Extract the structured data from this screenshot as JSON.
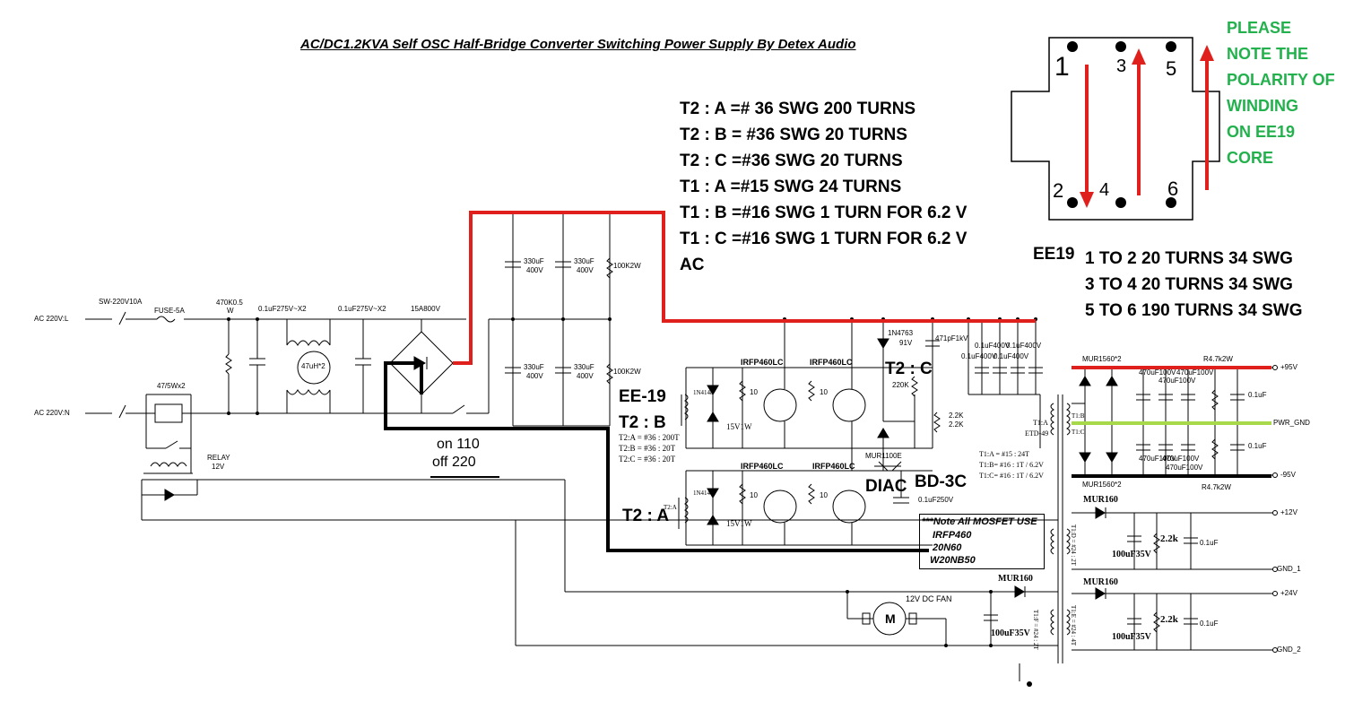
{
  "title": "AC/DC1.2KVA Self OSC Half-Bridge Converter Switching Power Supply By Detex Audio",
  "winding_specs": [
    "T2 : A =# 36 SWG 200 TURNS",
    "T2 : B = #36 SWG 20 TURNS",
    "T2 : C =#36 SWG 20 TURNS",
    "T1 : A =#15 SWG 24 TURNS",
    "T1 : B =#16 SWG 1 TURN FOR 6.2 V",
    "T1 : C =#16 SWG 1 TURN FOR 6.2 V",
    "AC"
  ],
  "ee19_core": {
    "pins": [
      "1",
      "2",
      "3",
      "4",
      "5",
      "6"
    ],
    "note": [
      "PLEASE",
      "NOTE THE",
      "POLARITY OF",
      "WINDING",
      "ON EE19",
      "CORE"
    ],
    "label": "EE19",
    "windings": [
      "1 TO 2 20 TURNS 34 SWG",
      "3 TO 4 20 TURNS 34 SWG",
      "5 TO 6 190 TURNS 34 SWG"
    ],
    "arrow_color": "#e0201c",
    "note_color": "#22b14c"
  },
  "input": {
    "ac_l": "AC 220V:L",
    "ac_n": "AC 220V:N",
    "switch": "SW-220V10A",
    "fuse": "FUSE-5A",
    "ntc": "47/5Wx2",
    "bleeder_1": "470K0.5",
    "bleeder_2": "W",
    "xcap_1": "0.1uF275V~X2",
    "xcap_2": "0.1uF275V~X2",
    "choke": "47uH*2",
    "bridge": "15A800V",
    "relay_1": "RELAY",
    "relay_2": "12V",
    "select_on": "on 110",
    "select_off": "off 220"
  },
  "bulk": {
    "cap_value": "330uF",
    "cap_voltage": "400V",
    "resistor": "100K2W"
  },
  "switching": {
    "ee19": "EE-19",
    "t2b": "T2 : B",
    "t2a": "T2 : A",
    "t2c": "T2 : C",
    "diac": "DIAC",
    "bd3c": "BD-3C",
    "t2_notes": [
      "T2:A = #36 : 200T",
      "T2:B = #36 : 20T",
      "T2:C = #36 : 20T"
    ],
    "t2_pin": "T2:A",
    "mosfet": "IRFP460LC",
    "gate_r": "10",
    "zener": "15V1W",
    "diode": "1N4148",
    "z_1n4763": "1N4763",
    "z_91v": "91V",
    "snubber_cap": "471pF1kV",
    "r220k": "220K",
    "r2k2": "2.2K",
    "mur1100": "MUR1100E",
    "diac_cap": "0.1uF250V",
    "out_cap": "0.1uF400V",
    "t1a": "T1:A",
    "etd49": "ETD-49",
    "t1_notes": [
      "T1:A = #15 : 24T",
      "T1:B= #16 : 1T / 6.2V",
      "T1:C= #16 : 1T / 6.2V"
    ],
    "mosfet_note": [
      "***Note All MOSFET USE",
      "IRFP460",
      "20N60",
      "W20NB50"
    ]
  },
  "fan": {
    "label": "12V DC FAN",
    "motor": "M",
    "diode": "MUR160",
    "cap": "100uF35V",
    "t1f": "T1:F = #24 : 2T"
  },
  "secondary": {
    "rect_top": "MUR1560*2",
    "rect_bottom": "MUR1560*2",
    "r_bleed": "R4.7k2W",
    "cap": "470uF100V",
    "cap_hf": "0.1uF",
    "t1b": "T1:B",
    "t1c": "T1:C",
    "mur160": "MUR160",
    "cap_100u": "100uF35V",
    "r_2k2": "2.2k",
    "t1d": "T1:D = #24 : 2T",
    "t1e": "T1:E = #24 : 4T"
  },
  "outputs": [
    "+95V",
    "PWR_GND",
    "-95V",
    "+12V",
    "GND_1",
    "+24V",
    "GND_2"
  ],
  "colors": {
    "positive_rail": "#e0201c",
    "ground_rail": "#a8d94a",
    "negative_rail": "#000000"
  }
}
